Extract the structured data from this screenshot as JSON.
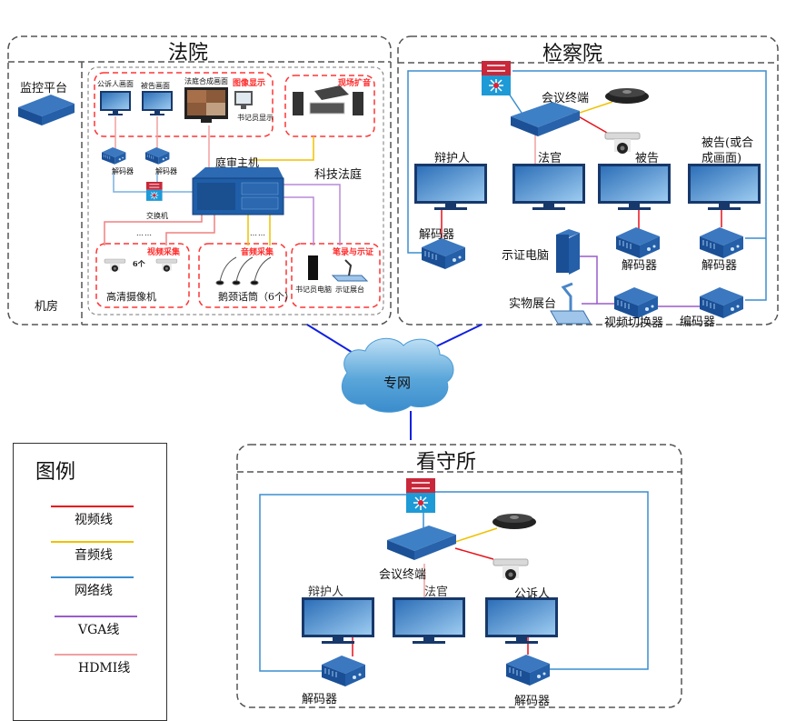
{
  "colors": {
    "video": "#e8101a",
    "audio": "#f0c000",
    "network": "#3a8ed0",
    "vga": "#9a5cc8",
    "hdmi": "#f0a0a0",
    "wan": "#1020e0",
    "dashed_border": "#555555",
    "red_group": "#ff3333",
    "device_blue": "#1f5ea8"
  },
  "court": {
    "title": "法院",
    "machine_room": {
      "monitor_platform": "监控平台",
      "label": "机房"
    },
    "tech_court": {
      "label": "科技法庭",
      "host": "庭审主机",
      "switch": "交换机",
      "decoders": [
        "解码器",
        "解码器"
      ],
      "image_display": {
        "title": "图像显示",
        "screens": [
          "公诉人画面",
          "被告画面",
          "法庭合成画面",
          "书记员显示"
        ]
      },
      "live_audio": {
        "title": "现场扩音"
      },
      "video_capture": {
        "title": "视频采集",
        "count_label": "6个",
        "device": "高清摄像机"
      },
      "audio_capture": {
        "title": "音频采集",
        "device": "鹅颈话筒（6个）"
      },
      "notes_evidence": {
        "title": "笔录与示证",
        "devices": [
          "书记员电脑",
          "示证展台"
        ]
      }
    }
  },
  "procuratorate": {
    "title": "检察院",
    "terminal": "会议终端",
    "screens": [
      "辩护人",
      "法官",
      "被告",
      "被告(或合成画面)"
    ],
    "decoders": [
      "解码器",
      "解码器",
      "解码器"
    ],
    "evidence_pc": "示证电脑",
    "visualizer": "实物展台",
    "video_switcher": "视频切换器",
    "encoder": "编码器"
  },
  "network": {
    "label": "专网"
  },
  "detention": {
    "title": "看守所",
    "terminal": "会议终端",
    "screens": [
      "辩护人",
      "法官",
      "公诉人"
    ],
    "decoders": [
      "解码器",
      "解码器"
    ]
  },
  "legend": {
    "title": "图例",
    "items": [
      {
        "label": "视频线",
        "color": "#e8101a"
      },
      {
        "label": "音频线",
        "color": "#f0c000"
      },
      {
        "label": "网络线",
        "color": "#3a8ed0"
      },
      {
        "label": "VGA线",
        "color": "#9a5cc8"
      },
      {
        "label": "HDMI线",
        "color": "#f0a0a0"
      }
    ]
  }
}
